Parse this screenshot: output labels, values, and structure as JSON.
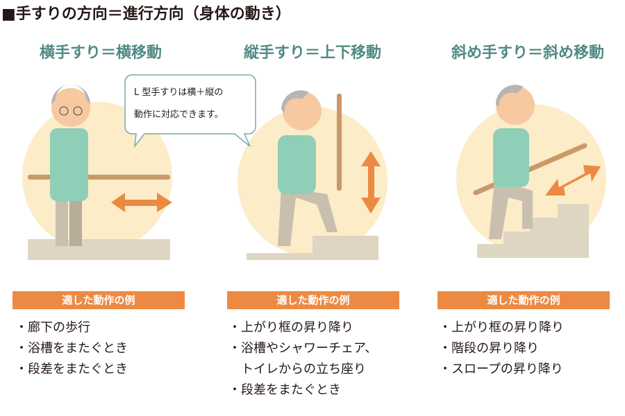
{
  "title": "■手すりの方向＝進行方向（身体の動き）",
  "colors": {
    "heading": "#4f8a84",
    "label_bar": "#ec8a43",
    "circle": "#fcecc8",
    "floor": "#ded6c2",
    "arrow": "#ec8a43",
    "rail": "#c9996a"
  },
  "columns": [
    {
      "heading": "横手すり＝横移動",
      "label": "適した動作の例",
      "items": [
        "廊下の歩行",
        "浴槽をまたぐとき",
        "段差をまたぐとき"
      ]
    },
    {
      "heading": "縦手すり＝上下移動",
      "label": "適した動作の例",
      "items": [
        "上がり框の昇り降り",
        "浴槽やシャワーチェア、",
        "トイレからの立ち座り",
        "段差をまたぐとき"
      ]
    },
    {
      "heading": "斜め手すり＝斜め移動",
      "label": "適した動作の例",
      "items": [
        "上がり框の昇り降り",
        "階段の昇り降り",
        "スロープの昇り降り"
      ]
    }
  ],
  "bubble": {
    "line1": "L 型手すりは横＋縦の",
    "line2": "動作に対応できます。"
  },
  "icons": [
    "horizontal-arrow-icon",
    "vertical-arrow-icon",
    "diagonal-arrow-icon"
  ]
}
